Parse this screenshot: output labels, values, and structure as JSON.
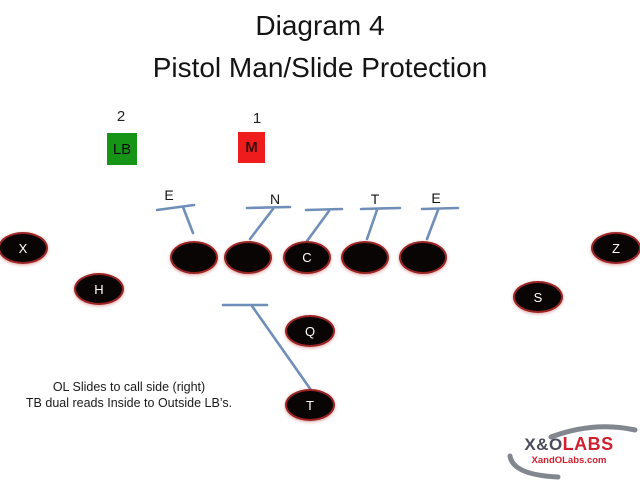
{
  "title": {
    "line1": "Diagram 4",
    "line2": "Pistol Man/Slide Protection"
  },
  "defenders": {
    "lb": {
      "number": "2",
      "label": "LB"
    },
    "mike": {
      "number": "1",
      "label": "M"
    }
  },
  "dline": {
    "e_left": "E",
    "nose": "N",
    "tackle": "T",
    "e_right": "E"
  },
  "players": {
    "x": "X",
    "h": "H",
    "z": "Z",
    "s": "S",
    "q": "Q",
    "t": "T",
    "center": "C"
  },
  "notes": {
    "line1": "OL Slides to call side (right)",
    "line2": "TB dual reads Inside to Outside LB’s."
  },
  "logo": {
    "xo": "X&O",
    "labs": "LABS",
    "site": "XandOLabs.com"
  },
  "colors": {
    "lb_green": "#169416",
    "m_red": "#ee1c1c",
    "line_blue": "#6f8fb8",
    "oval_fill": "#0a0505",
    "oval_outline": "#9b2424",
    "logo_gray": "#82878f",
    "logo_navy": "#4b4b5c",
    "logo_red": "#cf2030"
  }
}
